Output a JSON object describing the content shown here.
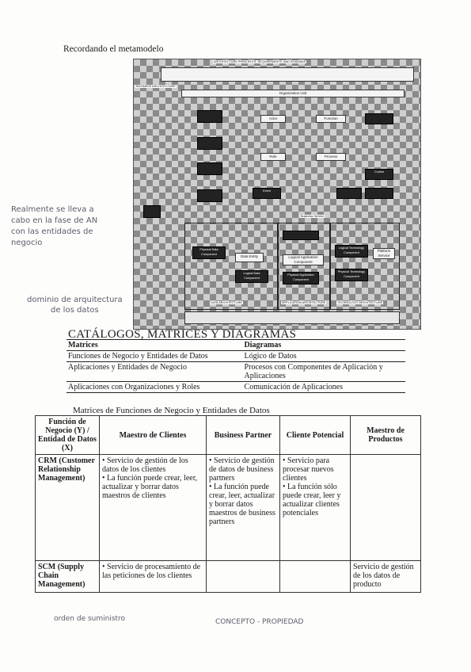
{
  "heading": "Recordando el metamodelo",
  "diagram": {
    "top_bar": "ARCHITECTURE PRINCIPLES, REQUIREMENTS, AND ROADMAP",
    "business_arch": "BUSINESS ARCHITECTURE",
    "org_unit": "Organization Unit",
    "actor": "Actor",
    "function": "Function",
    "role": "Role",
    "process": "Process",
    "event": "Event",
    "control": "Control",
    "business_service": "Business Service",
    "data_entity": "Data Entity",
    "logical_data": "Logical Data Component",
    "physical_data": "Physical Data Component",
    "logical_app": "Logical Application Component",
    "physical_app": "Physical Application Component",
    "logical_tech": "Logical Technology Component",
    "physical_tech": "Physical Technology Component",
    "platform_service": "Platform Service",
    "data_arch": "DATA ARCHITECTURE",
    "app_arch": "APPLICATION ARCHITECTURE",
    "tech_arch": "TECHNOLOGY ARCHITECTURE"
  },
  "annotations": {
    "note1": [
      "Realmente se lleva a",
      "cabo en la fase de AN",
      "con las entidades de",
      "negocio"
    ],
    "note2": [
      "dominio de arquitectura",
      "de los datos"
    ],
    "note3": "orden de suministro",
    "note4": "CONCEPTO - PROPIEDAD"
  },
  "catalog": {
    "title": "CATÁLOGOS, MATRICES Y DIAGRAMAS",
    "col1": "Matrices",
    "col2": "Diagramas",
    "rows": [
      [
        "Funciones de Negocio y Entidades de Datos",
        "Lógico de Datos"
      ],
      [
        "Aplicaciones y Entidades de Negocio",
        "Procesos con Componentes de Aplicación y Aplicaciones"
      ],
      [
        "Aplicaciones con Organizaciones y Roles",
        "Comunicación de Aplicaciones"
      ]
    ]
  },
  "matrix": {
    "title": "Matrices de Funciones de Negocio y Entidades de Datos",
    "headers": [
      "Función de Negocio (Y) / Entidad de Datos (X)",
      "Maestro de Clientes",
      "Business Partner",
      "Cliente Potencial",
      "Maestro de Productos"
    ],
    "rows": [
      {
        "label": "CRM (Customer Relationship Management)",
        "c1": [
          "• Servicio de gestión de los datos de los clientes",
          "• La función puede crear, leer, actualizar y borrar datos maestros de clientes"
        ],
        "c2": [
          "• Servicio de gestión de datos de business partners",
          "• La función puede crear, leer, actualizar y borrar datos maestros de business partners"
        ],
        "c3": [
          "• Servicio para procesar nuevos clientes",
          "• La función sólo puede crear, leer y actualizar clientes potenciales"
        ],
        "c4": []
      },
      {
        "label": "SCM (Supply Chain Management)",
        "c1": [
          "• Servicio de procesamiento de las peticiones de los clientes"
        ],
        "c2": [],
        "c3": [],
        "c4": [
          "Servicio de gestión de los datos de producto"
        ]
      }
    ]
  }
}
